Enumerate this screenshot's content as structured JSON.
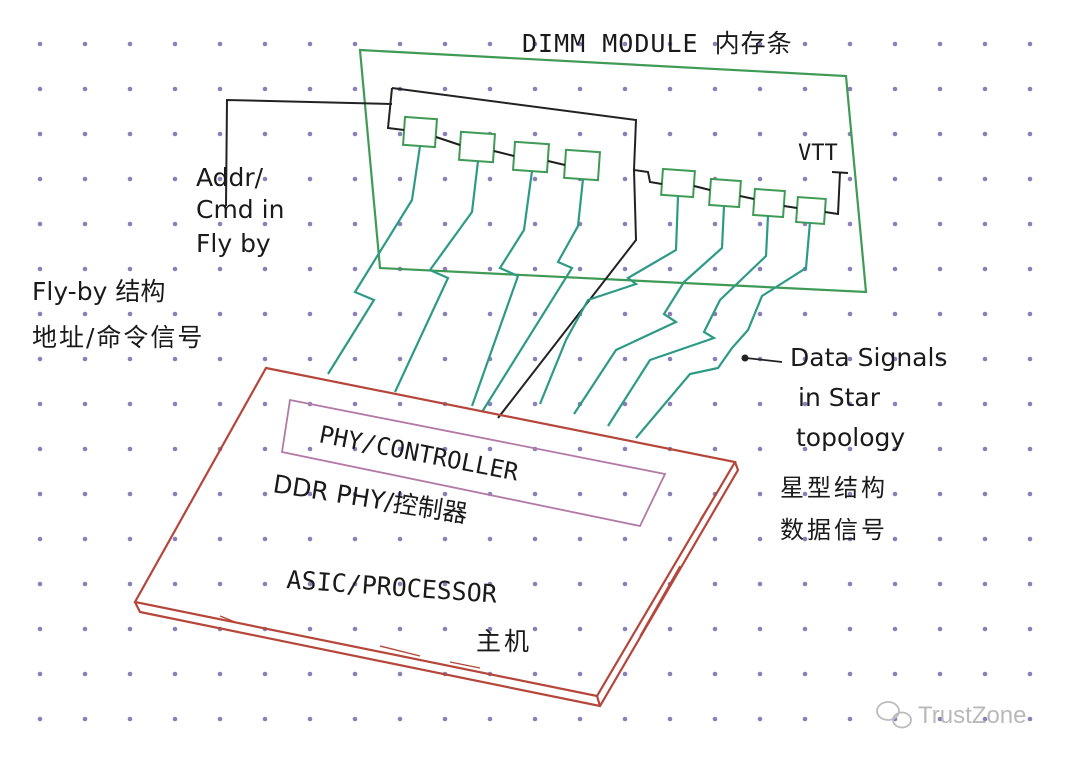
{
  "colors": {
    "dot": "#8a7fb6",
    "dimm_border": "#3f9a55",
    "trace": "#2d9a86",
    "addr_line": "#222222",
    "asic_border": "#b5463a",
    "phy_border": "#b27aa6",
    "ink": "#1a1a1a",
    "watermark": "#bcbcbc"
  },
  "labels": {
    "dimm_title": "DIMM MODULE 内存条",
    "vtt": "VTT",
    "addr_line1": "Addr/",
    "addr_line2": "Cmd in",
    "addr_line3": "Fly by",
    "flyby_line1": "Fly-by 结构",
    "flyby_line2": "地址/命令信号",
    "data_line1": "Data Signals",
    "data_line2": "in Star",
    "data_line3": "topology",
    "star_line1": "星型结构",
    "star_line2": "数据信号",
    "phy_controller": "PHY/CONTROLLER",
    "ddr_phy": "DDR PHY/控制器",
    "asic_processor": "ASIC/PROCESSOR",
    "host": "主机"
  },
  "watermark": {
    "icon": "wechat-icon",
    "text": "TrustZone"
  }
}
